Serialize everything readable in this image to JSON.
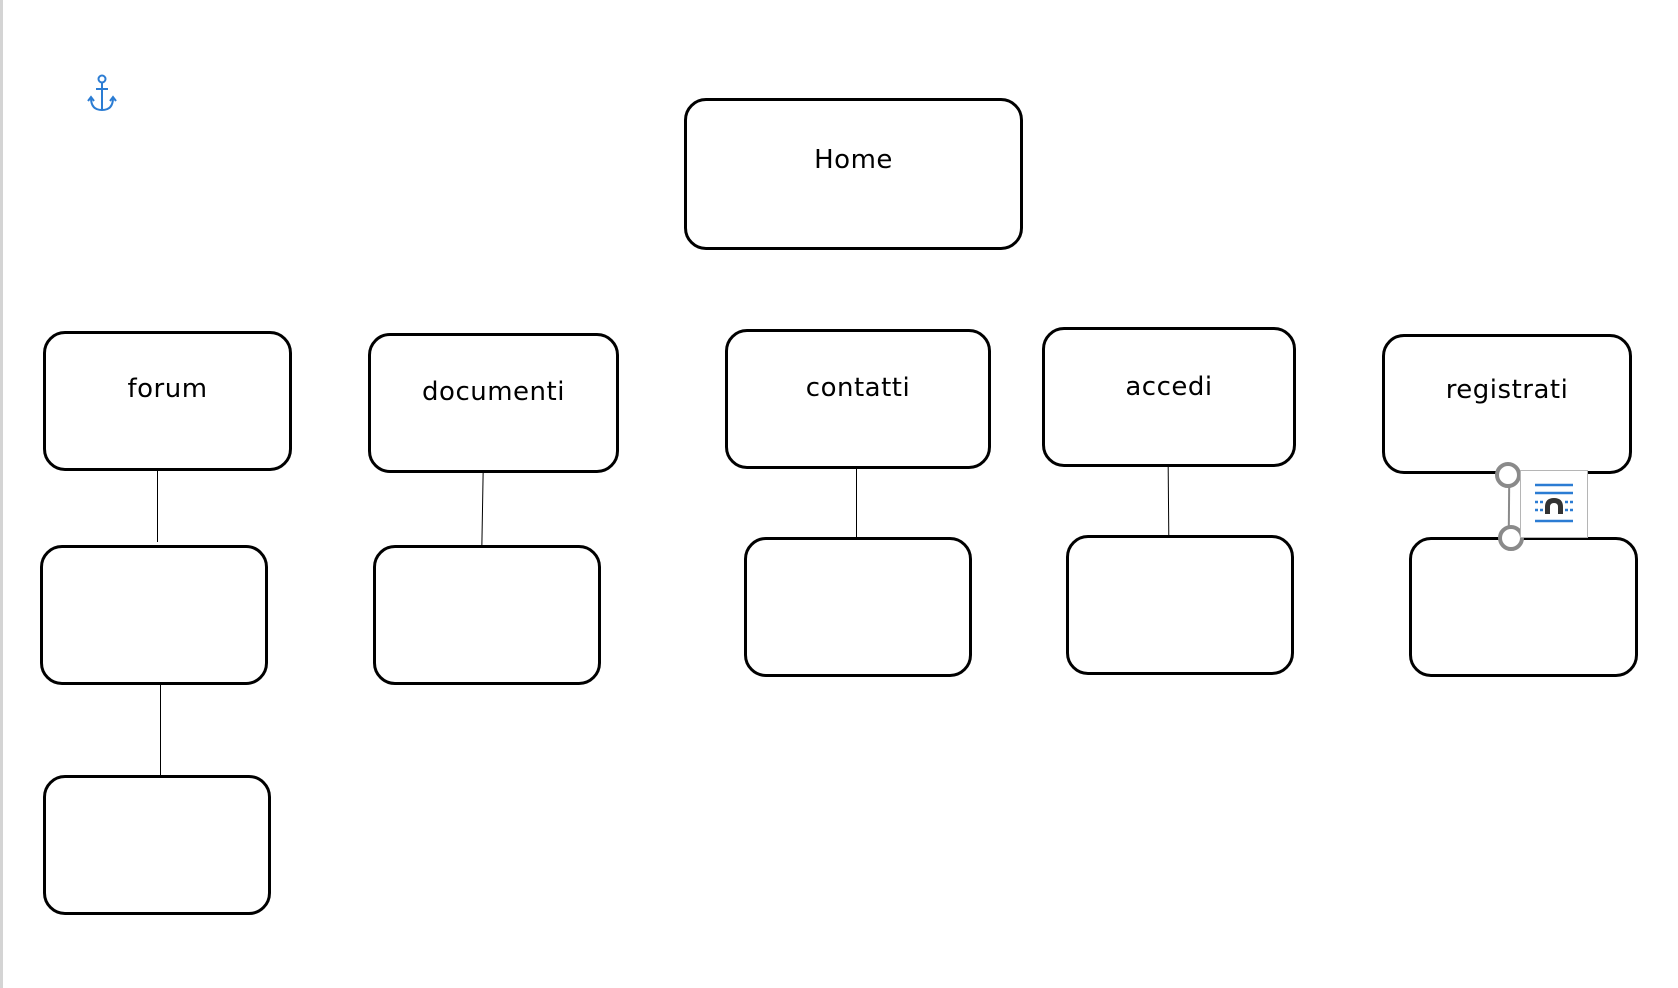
{
  "diagram": {
    "root": {
      "label": "Home"
    },
    "sections": [
      {
        "label": "forum"
      },
      {
        "label": "documenti"
      },
      {
        "label": "contatti"
      },
      {
        "label": "accedi"
      },
      {
        "label": "registrati"
      }
    ],
    "sub_boxes": [
      {
        "label": ""
      },
      {
        "label": ""
      },
      {
        "label": ""
      },
      {
        "label": ""
      },
      {
        "label": ""
      },
      {
        "label": ""
      }
    ]
  },
  "colors": {
    "shape_outline": "#000000",
    "anchor_icon": "#2b7cd3",
    "selection_handle": "#8a8a8a",
    "layout_icon_accent": "#2b7cd3"
  },
  "icons": {
    "anchor": "anchor-icon",
    "layout_options": "wrap-text-layout-options-icon"
  }
}
